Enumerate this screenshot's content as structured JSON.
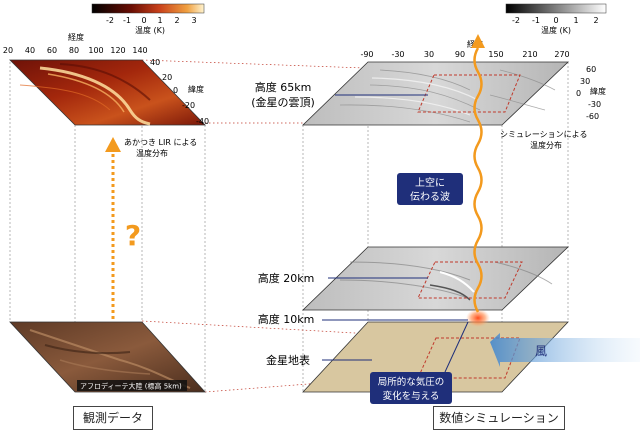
{
  "colorbars": {
    "left": {
      "ticks": [
        "-2",
        "-1",
        "0",
        "1",
        "2",
        "3"
      ],
      "label": "温度 (K)"
    },
    "right": {
      "ticks": [
        "-2",
        "-1",
        "0",
        "1",
        "2"
      ],
      "label": "温度 (K)"
    }
  },
  "observation": {
    "lon_axis_label": "経度",
    "lon_ticks": [
      "20",
      "40",
      "60",
      "80",
      "100",
      "120",
      "140"
    ],
    "lat_axis_label": "緯度",
    "lat_ticks": [
      "40",
      "20",
      "0",
      "-20",
      "-40"
    ],
    "caption": [
      "あかつき LIR による",
      "温度分布"
    ],
    "surface_caption": "アフロディーテ大陸 (標高 5km)"
  },
  "simulation": {
    "lon_axis_label": "経度",
    "lon_ticks": [
      "-90",
      "-30",
      "30",
      "90",
      "150",
      "210",
      "270"
    ],
    "lat_axis_label": "緯度",
    "lat_ticks": [
      "60",
      "30",
      "0",
      "-30",
      "-60"
    ],
    "caption": [
      "シミュレーションによる",
      "温度分布"
    ]
  },
  "levels": {
    "cloud_top": [
      "高度 65km",
      "(金星の雲頂)"
    ],
    "mid": "高度 20km",
    "low": "高度 10km",
    "surface": "金星地表"
  },
  "annotations": {
    "question": "?",
    "wave": [
      "上空に",
      "伝わる波"
    ],
    "pressure": [
      "局所的な気圧の",
      "変化を与える"
    ],
    "wind": "風"
  },
  "footer": {
    "left": "観測データ",
    "right": "数値シミュレーション"
  },
  "colors": {
    "accent_orange": "#f39a1e",
    "navy": "#1f2f7a",
    "wind_blue": "#7fb2e0",
    "ground": "#d8c7a0",
    "obs_hot": "#b3260c"
  }
}
